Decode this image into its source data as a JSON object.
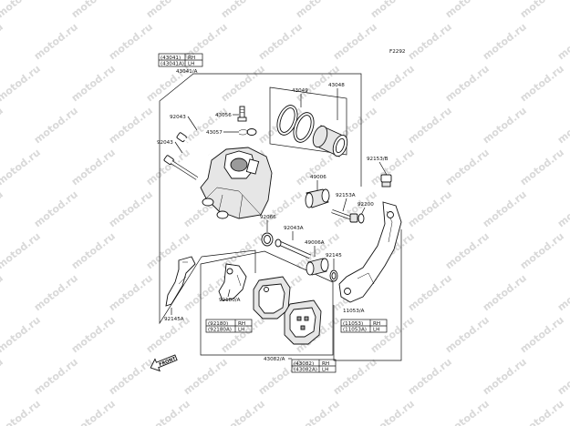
{
  "watermark": "motod.ru",
  "diagram_code": "F2292",
  "front_arrow": "FRONT",
  "labels": {
    "box_43041": "(43041)",
    "box_43041a": "(43041A)",
    "rh1": "RH",
    "lh1": "LH",
    "assy_43041a": "43041/A",
    "p92043a": "92043",
    "p92043b": "92043",
    "p43056": "43056",
    "p43057": "43057",
    "p43049": "43049",
    "p43048": "43048",
    "p92153b": "92153/B",
    "p49006": "49006",
    "p92153a": "92153A",
    "p92200": "92200",
    "p92066": "92066",
    "p92043a2": "92043A",
    "p49006a": "49006A",
    "p92145": "92145",
    "p92145a": "92145A",
    "p92180a": "92180/A",
    "box_92180": "(92180)",
    "box_92180a": "(92180A)",
    "rh2": "RH",
    "lh2": "LH",
    "p11053a": "11053/A",
    "box_11053": "(11053)",
    "box_11053a": "(11053A)",
    "rh3": "RH",
    "lh3": "LH",
    "p43082a": "43082/A",
    "box_43082": "(43082)",
    "box_43082a": "(43082A)",
    "rh4": "RH",
    "lh4": "LH"
  }
}
